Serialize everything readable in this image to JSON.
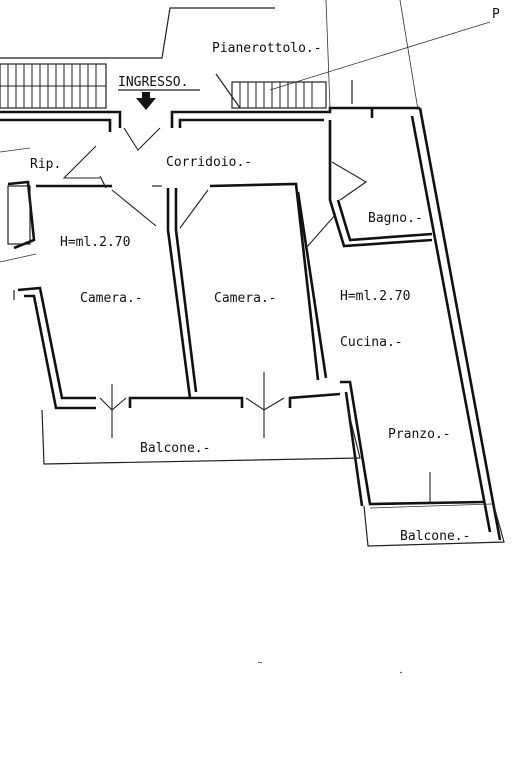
{
  "labels": {
    "landing": "Pianerottolo.-",
    "entrance": "INGRESSO.",
    "storage": "Rip.",
    "corridor": "Corridoio.-",
    "bathroom": "Bagno.-",
    "height_left": "H=ml.2.70",
    "height_right": "H=ml.2.70",
    "bedroom_1": "Camera.-",
    "bedroom_2": "Camera.-",
    "kitchen": "Cucina.-",
    "dining": "Pranzo.-",
    "balcony_front": "Balcone.-",
    "balcony_side": "Balcone.-",
    "corner_mark": "P"
  },
  "colors": {
    "ink": "#111111",
    "paper": "#ffffff"
  }
}
